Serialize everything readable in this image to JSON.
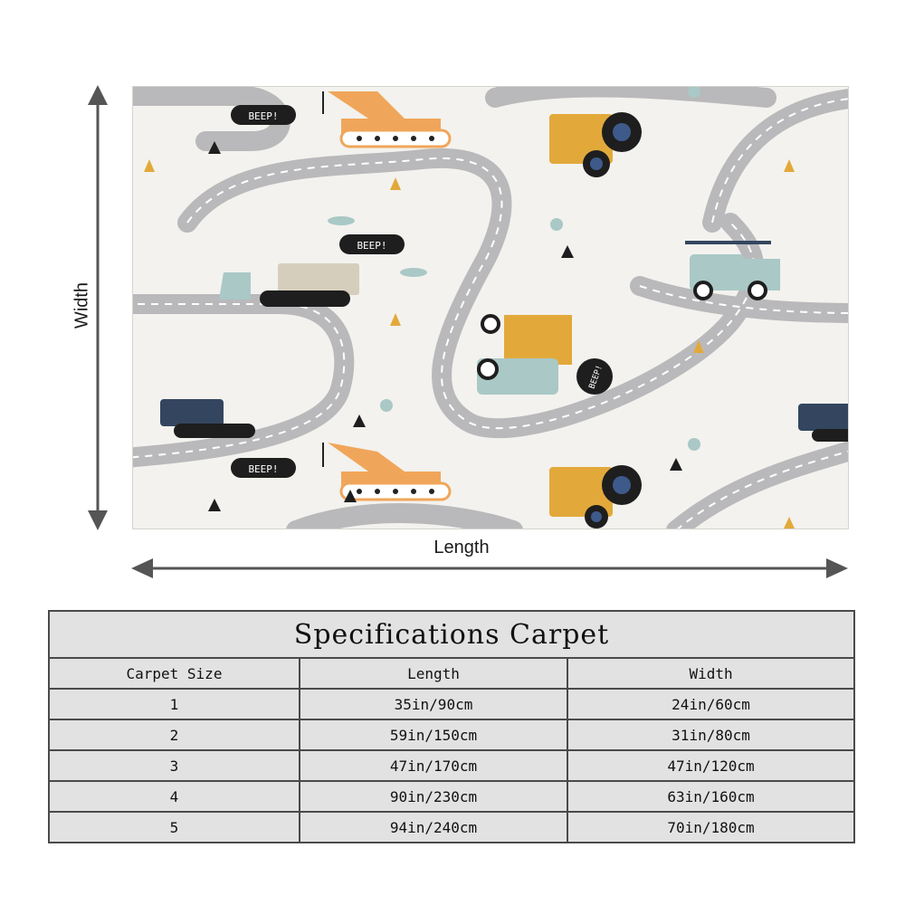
{
  "dimensions": {
    "width_label": "Width",
    "length_label": "Length"
  },
  "rug_art": {
    "speech_bubble_text": "BEEP!",
    "colors": {
      "background": "#f3f2ee",
      "road": "#b9b9bb",
      "road_line": "#ffffff",
      "vehicle_yellow": "#e2a93a",
      "vehicle_orange": "#f0a65a",
      "vehicle_teal": "#a9c8c6",
      "vehicle_navy": "#34465f",
      "dark": "#1e1e1e"
    }
  },
  "specs": {
    "title": "Specifications Carpet",
    "headers": [
      "Carpet Size",
      "Length",
      "Width"
    ],
    "rows": [
      {
        "size": "1",
        "length": "35in/90cm",
        "width": "24in/60cm"
      },
      {
        "size": "2",
        "length": "59in/150cm",
        "width": "31in/80cm"
      },
      {
        "size": "3",
        "length": "47in/170cm",
        "width": "47in/120cm"
      },
      {
        "size": "4",
        "length": "90in/230cm",
        "width": "63in/160cm"
      },
      {
        "size": "5",
        "length": "94in/240cm",
        "width": "70in/180cm"
      }
    ]
  }
}
